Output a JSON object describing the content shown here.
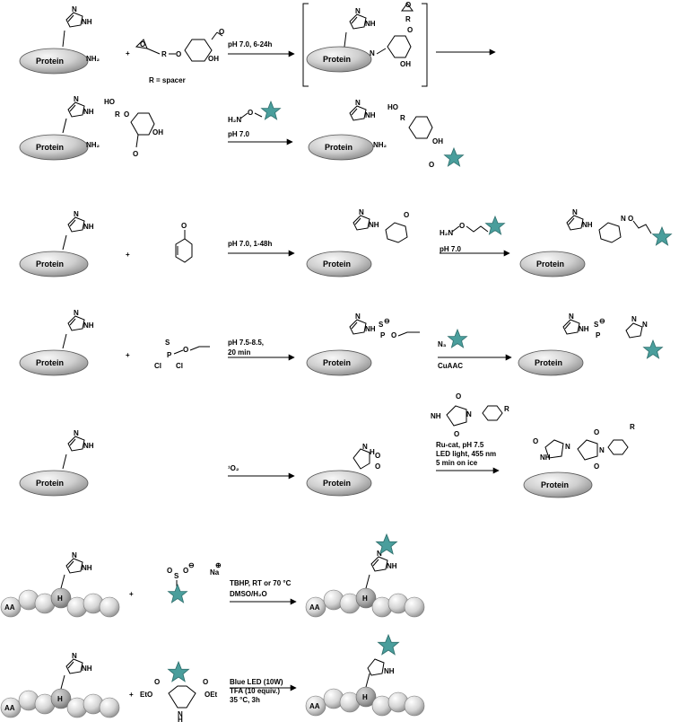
{
  "protein_label": "Protein",
  "amine_label": "NH₂",
  "plus": "+",
  "rows": [
    {
      "id": "row1",
      "reagent_note": "R = spacer",
      "arrow1_label": "pH 7.0, 6-24h",
      "r_group": "R"
    },
    {
      "id": "row2",
      "arrow1_label": "pH 7.0",
      "reagent_formula": "H₂N",
      "atom_o": "O",
      "atom_ho": "HO",
      "atom_oh": "OH",
      "atom_r": "R"
    },
    {
      "id": "row3",
      "arrow1_label": "pH 7.0, 1-48h",
      "arrow2_label": "pH 7.0",
      "reagent_formula": "H₂N",
      "atom_o": "O"
    },
    {
      "id": "row4",
      "arrow1_label_line1": "pH 7.5-8.5,",
      "arrow1_label_line2": "20 min",
      "arrow2_label": "CuAAC",
      "azide_label": "N₃",
      "atom_s": "S",
      "atom_p": "P",
      "atom_cl": "Cl",
      "charge": "⊖"
    },
    {
      "id": "row5",
      "arrow1_label": "¹O₂",
      "arrow2_line1": "Ru-cat, pH 7.5",
      "arrow2_line2": "LED light, 455 nm",
      "arrow2_line3": "5 min on ice",
      "r_group": "R",
      "atom_nh": "NH",
      "atom_n": "N",
      "atom_o": "O"
    },
    {
      "id": "row6",
      "arrow1_line1": "TBHP, RT or 70 °C",
      "arrow1_line2": "DMSO/H₂O",
      "counterion": "Na",
      "charge_plus": "⊕",
      "charge_minus": "⊖",
      "aa_label": "AA",
      "his_label": "H"
    },
    {
      "id": "row7",
      "arrow1_line1": "Blue LED (10W)",
      "arrow1_line2": "TFA (10 equiv.)",
      "arrow1_line3": "35 °C, 3h",
      "ester_left": "EtO",
      "ester_right": "OEt",
      "aa_label": "AA",
      "his_label": "H",
      "atom_nh": "NH"
    }
  ],
  "colors": {
    "star": "#4a9e9c",
    "star_stroke": "#2f6f6d",
    "protein_light": "#f4f4f4",
    "protein_dark": "#8a8a8a",
    "bead_light": "#f2f2f2",
    "bead_dark": "#9a9a9a",
    "his_bead": "#b0b0b0"
  }
}
